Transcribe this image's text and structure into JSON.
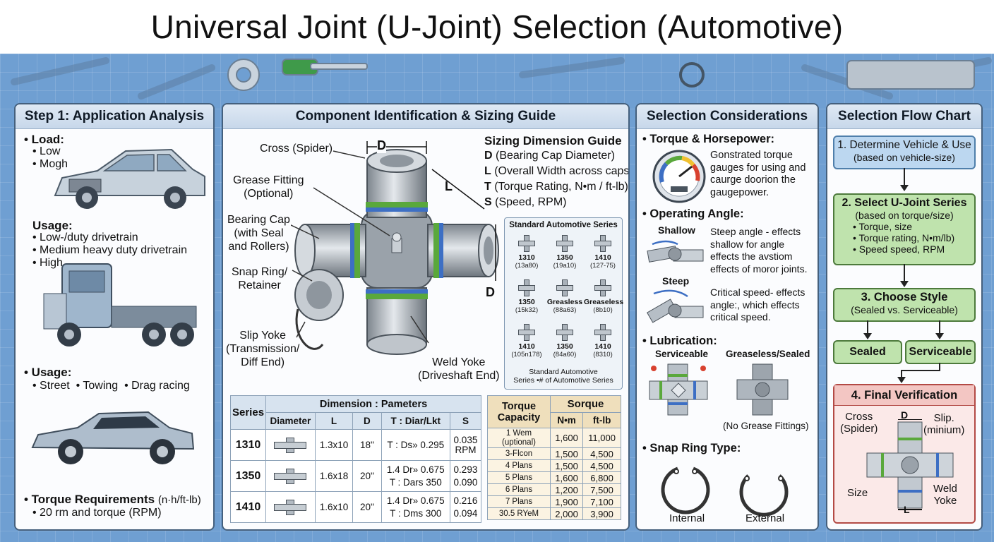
{
  "title": "Universal Joint (U-Joint) Selection (Automotive)",
  "panel1": {
    "header": "Step 1: Application Analysis",
    "load_label": "• Load:",
    "load_items": [
      "• Low",
      "• Mogh"
    ],
    "usage1_label": "Usage:",
    "usage1_items": [
      "• Low-/duty drivetrain",
      "• Medium heavy duty drivetrain",
      "• High"
    ],
    "usage2_label": "• Usage:",
    "usage2_items": "• Street  • Towing  • Drag racing",
    "torque_label": "• Torque Requirements",
    "torque_unit": "(n·h/ft-lb)",
    "torque_item": "• 20 rm and torque (RPM)"
  },
  "panel2": {
    "header": "Component Identification & Sizing Guide",
    "labels": {
      "cross": "Cross (Spider)",
      "grease": "Grease Fitting\n(Optional)",
      "bearing": "Bearing Cap\n(with Seal\nand Rollers)",
      "snap": "Snap Ring/\nRetainer",
      "slip": "Slip Yoke\n(Transmission/\nDiff End)",
      "weld": "Weld Yoke\n(Driveshaft End)",
      "dim_d_top": "D",
      "dim_l": "L",
      "dim_d_right": "D"
    },
    "sizing": {
      "title": "Sizing Dimension Guide",
      "rows": [
        {
          "key": "D",
          "text": " (Bearing Cap Diameter)"
        },
        {
          "key": "L",
          "text": " (Overall Width across caps)"
        },
        {
          "key": "T",
          "text": " (Torque Rating, N•m / ft-lb)"
        },
        {
          "key": "S",
          "text": " (Speed, RPM)"
        }
      ]
    },
    "series_box": {
      "title": "Standard Automotive Series",
      "items": [
        {
          "name": "1310",
          "sub": "(13a80)"
        },
        {
          "name": "1350",
          "sub": "(19a10)"
        },
        {
          "name": "1410",
          "sub": "(127-75)"
        },
        {
          "name": "1350",
          "sub": "(15k32)"
        },
        {
          "name": "Greasless",
          "sub": "(88a63)"
        },
        {
          "name": "Greaseless",
          "sub": "(8b10)"
        },
        {
          "name": "1410",
          "sub": "(105n178)"
        },
        {
          "name": "1350",
          "sub": "(84a60)"
        },
        {
          "name": "1410",
          "sub": "(8310)"
        }
      ],
      "footer": "Standard Automotive\nSeries •# of Automotive Series"
    },
    "dim_table": {
      "series_header": "Series",
      "group_header": "Dimension : Pameters",
      "cols": [
        "Diameter",
        "L",
        "D",
        "T : Diar/Lkt",
        "S"
      ],
      "rows": [
        {
          "series": "1310",
          "l": "1.3x10",
          "d": "18\"",
          "t": [
            "T : Ds» 0.295"
          ],
          "s": [
            "0.035",
            "RPM"
          ]
        },
        {
          "series": "1350",
          "l": "1.6x18",
          "d": "20\"",
          "t": [
            "1.4 Dr» 0.675",
            "T : Dars 350"
          ],
          "s": [
            "0.293",
            "0.090"
          ]
        },
        {
          "series": "1410",
          "l": "1.6x10",
          "d": "20\"",
          "t": [
            "1.4 Dr» 0.675",
            "T : Dms 300"
          ],
          "s": [
            "0.216",
            "0.094"
          ]
        }
      ]
    },
    "torque_table": {
      "h1": "Torque\nCapacity",
      "h2": "Sorque",
      "sub": [
        "N•m",
        "ft-lb"
      ],
      "rows": [
        [
          "1 Wem\n(uptional)",
          "1,600",
          "11,000"
        ],
        [
          "3-Flcon",
          "1,500",
          "4,500"
        ],
        [
          "4 Plans",
          "1,500",
          "4,500"
        ],
        [
          "5 Plans",
          "1,600",
          "6,800"
        ],
        [
          "6 Plans",
          "1,200",
          "7,500"
        ],
        [
          "7 Plans",
          "1,900",
          "7,100"
        ],
        [
          "30.5 RYeM",
          "2,000",
          "3,900"
        ]
      ]
    }
  },
  "panel3": {
    "header": "Selection Considerations",
    "torque_label": "• Torque & Horsepower:",
    "torque_text": "Gonstrated torque\ngauges for using and\ncaurge doorion the\ngaugepower.",
    "angle_label": "• Operating Angle:",
    "shallow_label": "Shallow",
    "shallow_text": "Steep angle - effects\nshallow for angle\neffects the avstiom\neffects of moror joints.",
    "steep_label": "Steep",
    "steep_text": "Critical speed- effects\nangle:, which effects\ncritical speed.",
    "lube_label": "• Lubrication:",
    "serviceable": "Serviceable",
    "greaseless": "Greaseless/Sealed",
    "no_grease": "(No Grease Fittings)",
    "snap_label": "• Snap Ring Type:",
    "internal": "Internal",
    "external": "External"
  },
  "panel4": {
    "header": "Selection Flow Chart",
    "step1": {
      "title": "1. Determine Vehicle & Use",
      "sub": "(based on vehicle-size)"
    },
    "step2": {
      "title": "2. Select U-Joint Series",
      "sub": "(based on torque/size)",
      "items": [
        "• Torque, size",
        "• Torque rating, N•m/lb)",
        "• Speed speed, RPM"
      ]
    },
    "step3": {
      "title": "3. Choose Style",
      "sub": "(Sealed vs. Serviceable)"
    },
    "sealed": "Sealed",
    "serviceable": "Serviceable",
    "step4": {
      "title": "4. Final Verification",
      "cross": "Cross\n(Spider)",
      "d": "D",
      "slip": "Slip.\n(minium)",
      "size": "Size",
      "weld": "Weld\nYoke",
      "l": "L"
    }
  },
  "colors": {
    "background": "#6f9fd2",
    "panel_border": "#45607d",
    "flow_blue": "#bcd7f0",
    "flow_green": "#bfe3ad",
    "flow_red": "#f3c6c3",
    "ring_green": "#5aa83c",
    "ring_blue": "#3d6fc4"
  }
}
